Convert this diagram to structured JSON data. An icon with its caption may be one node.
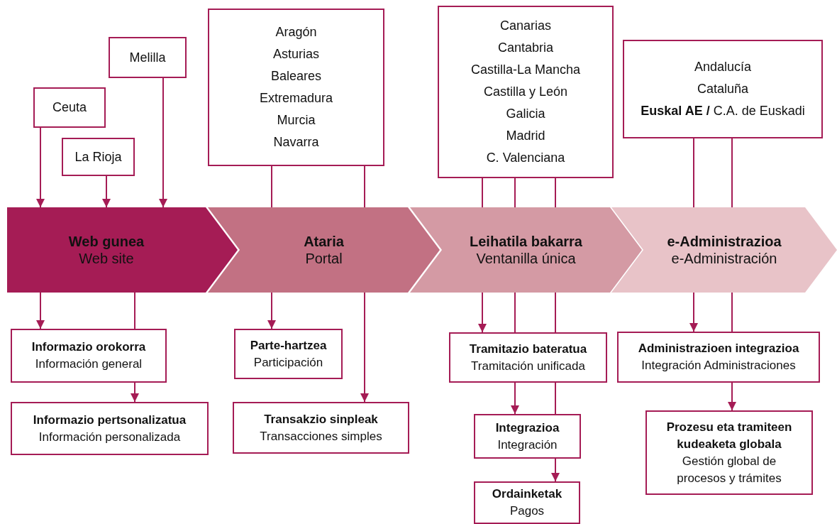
{
  "diagram": {
    "nodes": [
      {
        "text": [
          "Melilla"
        ]
      },
      {
        "text": [
          "Ceuta"
        ]
      },
      {
        "text": [
          "La Rioja"
        ]
      },
      {
        "text": [
          "Aragón",
          "Asturias",
          "Baleares",
          "Extremadura",
          "Murcia",
          "Navarra"
        ]
      },
      {
        "text": [
          "Canarias",
          "Cantabria",
          "Castilla-La Mancha",
          "Castilla y León",
          "Galicia",
          "Madrid",
          "C. Valenciana"
        ]
      },
      {
        "text": [
          "Andalucía",
          "Cataluña",
          "**Euskal AE /** C.A. de Euskadi"
        ]
      },
      {
        "text": [
          "Web gunea",
          "Web site"
        ]
      },
      {
        "text": [
          "Ataria",
          "Portal"
        ]
      },
      {
        "text": [
          "Leihatila bakarra",
          "Ventanilla única"
        ]
      },
      {
        "text": [
          "e-Administrazioa",
          "e-Administración"
        ]
      },
      {
        "text": [
          "Informazio orokorra",
          "Información general"
        ]
      },
      {
        "text": [
          "Informazio pertsonalizatua",
          "Información personalizada"
        ]
      },
      {
        "text": [
          "Parte-hartzea",
          "Participación"
        ]
      },
      {
        "text": [
          "Transakzio sinpleak",
          "Transacciones simples"
        ]
      },
      {
        "text": [
          "Tramitazio bateratua",
          "Tramitación unificada"
        ]
      },
      {
        "text": [
          "Integrazioa",
          "Integración"
        ]
      },
      {
        "text": [
          "Ordainketak",
          "Pagos"
        ]
      },
      {
        "text": [
          "Administrazioen integrazioa",
          "Integración Administraciones"
        ]
      },
      {
        "text": [
          "Prozesu eta tramiteen kudeaketa globala",
          "Gestión global de procesos y trámites"
        ]
      }
    ],
    "edges": [
      {
        "from": 1,
        "to": 6,
        "arrow": "to"
      },
      {
        "from": 2,
        "to": 6,
        "arrow": "to"
      },
      {
        "from": 0,
        "to": 6,
        "arrow": "to"
      },
      {
        "from": 3,
        "to": 7,
        "arrow": "none"
      },
      {
        "from": 3,
        "to": 7,
        "arrow": "none"
      },
      {
        "from": 4,
        "to": 8,
        "arrow": "none"
      },
      {
        "from": 4,
        "to": 8,
        "arrow": "none"
      },
      {
        "from": 4,
        "to": 8,
        "arrow": "none"
      },
      {
        "from": 5,
        "to": 9,
        "arrow": "none"
      },
      {
        "from": 5,
        "to": 9,
        "arrow": "none"
      },
      {
        "from": 6,
        "to": 10,
        "arrow": "to"
      },
      {
        "from": 6,
        "to": 10,
        "arrow": "none"
      },
      {
        "from": 10,
        "to": 11,
        "arrow": "to"
      },
      {
        "from": 7,
        "to": 12,
        "arrow": "to"
      },
      {
        "from": 7,
        "to": 13,
        "arrow": "to"
      },
      {
        "from": 8,
        "to": 14,
        "arrow": "to"
      },
      {
        "from": 8,
        "to": 14,
        "arrow": "none"
      },
      {
        "from": 8,
        "to": 14,
        "arrow": "none"
      },
      {
        "from": 14,
        "to": 15,
        "arrow": "to"
      },
      {
        "from": 14,
        "to": 15,
        "arrow": "none"
      },
      {
        "from": 15,
        "to": 16,
        "arrow": "to"
      },
      {
        "from": 9,
        "to": 17,
        "arrow": "to"
      },
      {
        "from": 9,
        "to": 17,
        "arrow": "none"
      },
      {
        "from": 17,
        "to": 18,
        "arrow": "to"
      }
    ]
  }
}
